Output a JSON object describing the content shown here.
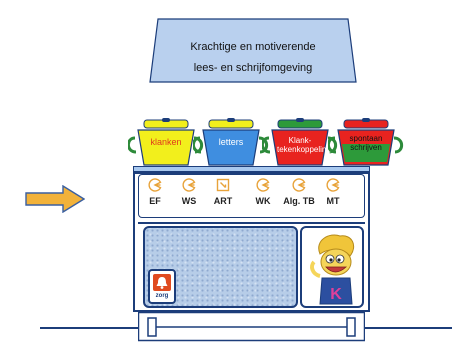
{
  "banner": {
    "line1": "Krachtige en motiverende",
    "line2": "lees- en schrijfomgeving"
  },
  "pots": [
    {
      "label": "klanken",
      "color": "#f2ef1c",
      "text_color": "#e03a1c"
    },
    {
      "label": "letters",
      "color": "#3f8ee0",
      "text_color": "#ffffff"
    },
    {
      "label": "Klank-tekenkoppeling",
      "color": "#e8231f",
      "text_color": "#ffffff"
    },
    {
      "label": "spontaan schrijven",
      "color": "#e8231f",
      "text_color": "#111111"
    }
  ],
  "tools": [
    {
      "label": "EF",
      "icon": "pacman-icon"
    },
    {
      "label": "WS",
      "icon": "pacman-icon"
    },
    {
      "label": "ART",
      "icon": "square-icon"
    },
    {
      "label": "WK",
      "icon": "pacman-icon"
    },
    {
      "label": "Alg. TB",
      "icon": "pacman-icon"
    },
    {
      "label": "MT",
      "icon": "pacman-icon"
    }
  ],
  "zorg": {
    "label": "zorg"
  },
  "mascot": {
    "letter": "K"
  },
  "colors": {
    "outline": "#1c3d7a",
    "icon": "#e8a33a",
    "banner_fill": "#b9d0ee",
    "arrow_fill": "#f2b23a",
    "lid": "#2d8a3a"
  }
}
